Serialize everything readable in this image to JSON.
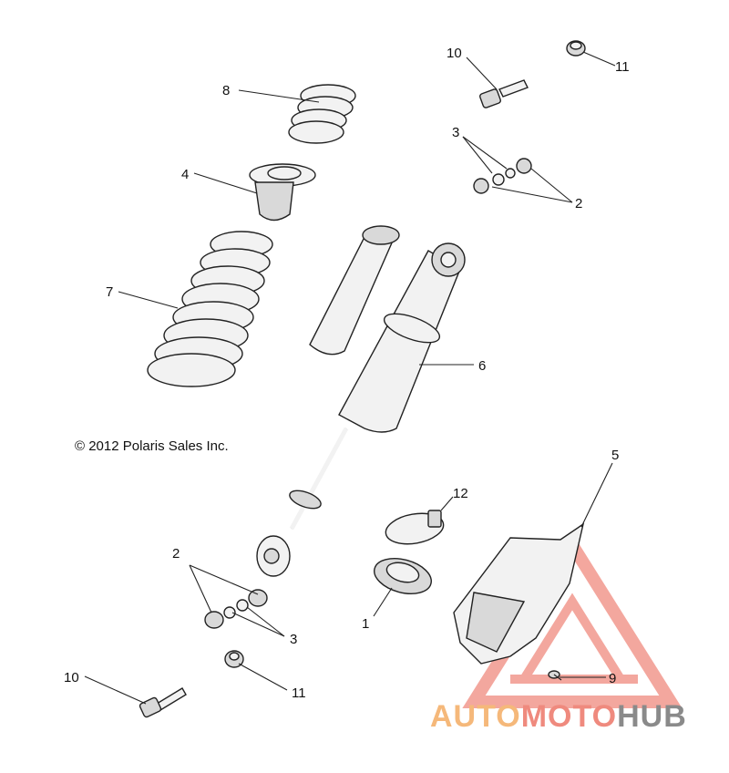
{
  "copyright": "© 2012 Polaris Sales Inc.",
  "watermark": {
    "brand": "AUTOMOTOHUB",
    "part1": "AUTO",
    "part2": "MOTO",
    "part3": "HUB",
    "colors": {
      "auto": "#f5b87a",
      "moto": "#ef8a7e",
      "hub": "#8a8a8a",
      "triangle": "#f08a7e"
    }
  },
  "callouts": [
    {
      "id": "c10a",
      "text": "10"
    },
    {
      "id": "c11a",
      "text": "11"
    },
    {
      "id": "c8",
      "text": "8"
    },
    {
      "id": "c3a",
      "text": "3"
    },
    {
      "id": "c2a",
      "text": "2"
    },
    {
      "id": "c4",
      "text": "4"
    },
    {
      "id": "c7",
      "text": "7"
    },
    {
      "id": "c6",
      "text": "6"
    },
    {
      "id": "c5",
      "text": "5"
    },
    {
      "id": "c12",
      "text": "12"
    },
    {
      "id": "c2b",
      "text": "2"
    },
    {
      "id": "c1",
      "text": "1"
    },
    {
      "id": "c3b",
      "text": "3"
    },
    {
      "id": "c10b",
      "text": "10"
    },
    {
      "id": "c11b",
      "text": "11"
    },
    {
      "id": "c9",
      "text": "9"
    }
  ]
}
